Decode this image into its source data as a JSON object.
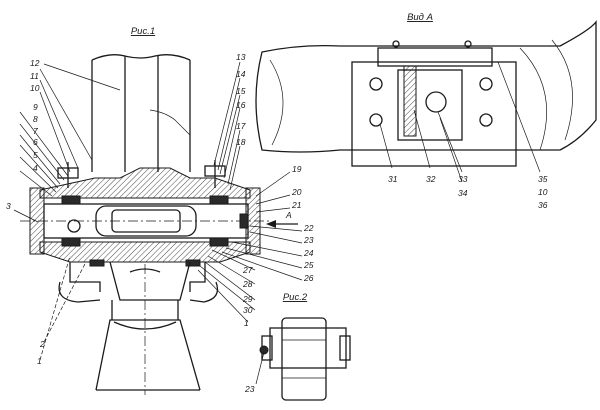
{
  "titles": {
    "fig1": "Рис.1",
    "viewA": "Вид А",
    "fig2": "Рис.2",
    "arrow": "А"
  },
  "callouts": {
    "n1": "1",
    "n2": "2",
    "n3": "3",
    "n4": "4",
    "n5": "5",
    "n6": "6",
    "n7": "7",
    "n8": "8",
    "n9": "9",
    "n10": "10",
    "n11": "11",
    "n12": "12",
    "n13": "13",
    "n14": "14",
    "n15": "15",
    "n16": "16",
    "n17": "17",
    "n18": "18",
    "n19": "19",
    "n20": "20",
    "n21": "21",
    "n22": "22",
    "n23": "23",
    "n24": "24",
    "n25": "25",
    "n26": "26",
    "n27": "27",
    "n28": "28",
    "n29": "29",
    "n30": "30",
    "n1b": "1",
    "n31": "31",
    "n32": "32",
    "n33": "33",
    "n34": "34",
    "n35": "35",
    "n10b": "10",
    "n36": "36",
    "n23b": "23"
  }
}
